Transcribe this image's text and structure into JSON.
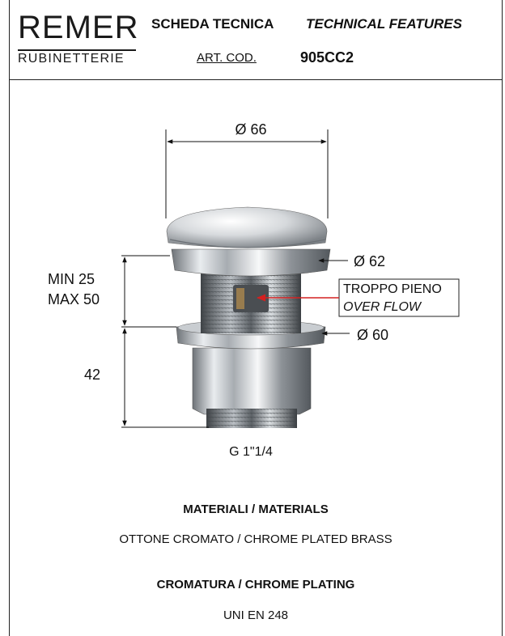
{
  "header": {
    "brand": "REMER",
    "brand_sub": "RUBINETTERIE",
    "title_it": "SCHEDA TECNICA",
    "title_en": "TECHNICAL FEATURES",
    "art_label": "ART. COD.",
    "art_code": "905CC2"
  },
  "drawing": {
    "dim_top": "Ø 66",
    "dim_62": "Ø 62",
    "dim_60": "Ø 60",
    "min_label": "MIN  25",
    "max_label": "MAX 50",
    "height": "42",
    "thread": "G 1\"1/4",
    "overflow_it": "TROPPO PIENO",
    "overflow_en": "OVER FLOW",
    "overflow_color": "#d42020"
  },
  "specs": {
    "materials_heading": "MATERIALI / MATERIALS",
    "materials_value": "OTTONE CROMATO / CHROME PLATED BRASS",
    "plating_heading": "CROMATURA / CHROME PLATING",
    "plating_value": "UNI EN 248"
  }
}
